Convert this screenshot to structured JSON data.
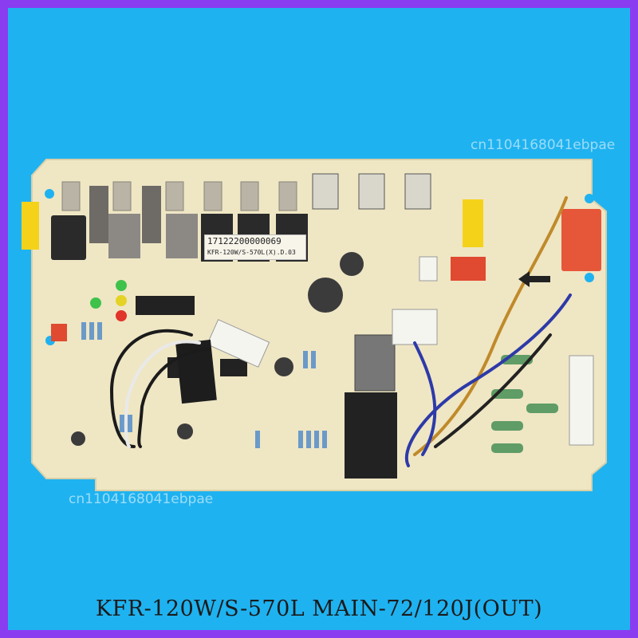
{
  "product": {
    "model_caption": "KFR-120W/S-570L MAIN-72/120J(OUT)"
  },
  "board_label": {
    "line1": "17122200000069",
    "line2": "KFR-120W/S-570L(X).D.03"
  },
  "watermark": {
    "text": "cn1104168041ebpae"
  },
  "colors": {
    "outer_frame": "#8a3df0",
    "background": "#1fb2f0",
    "pcb": "#efe6c4",
    "relay_black": "#2a2a2a",
    "relay_grey": "#6e6a66",
    "connector_yellow": "#f5d21a",
    "capacitor_orange": "#e6573a"
  }
}
